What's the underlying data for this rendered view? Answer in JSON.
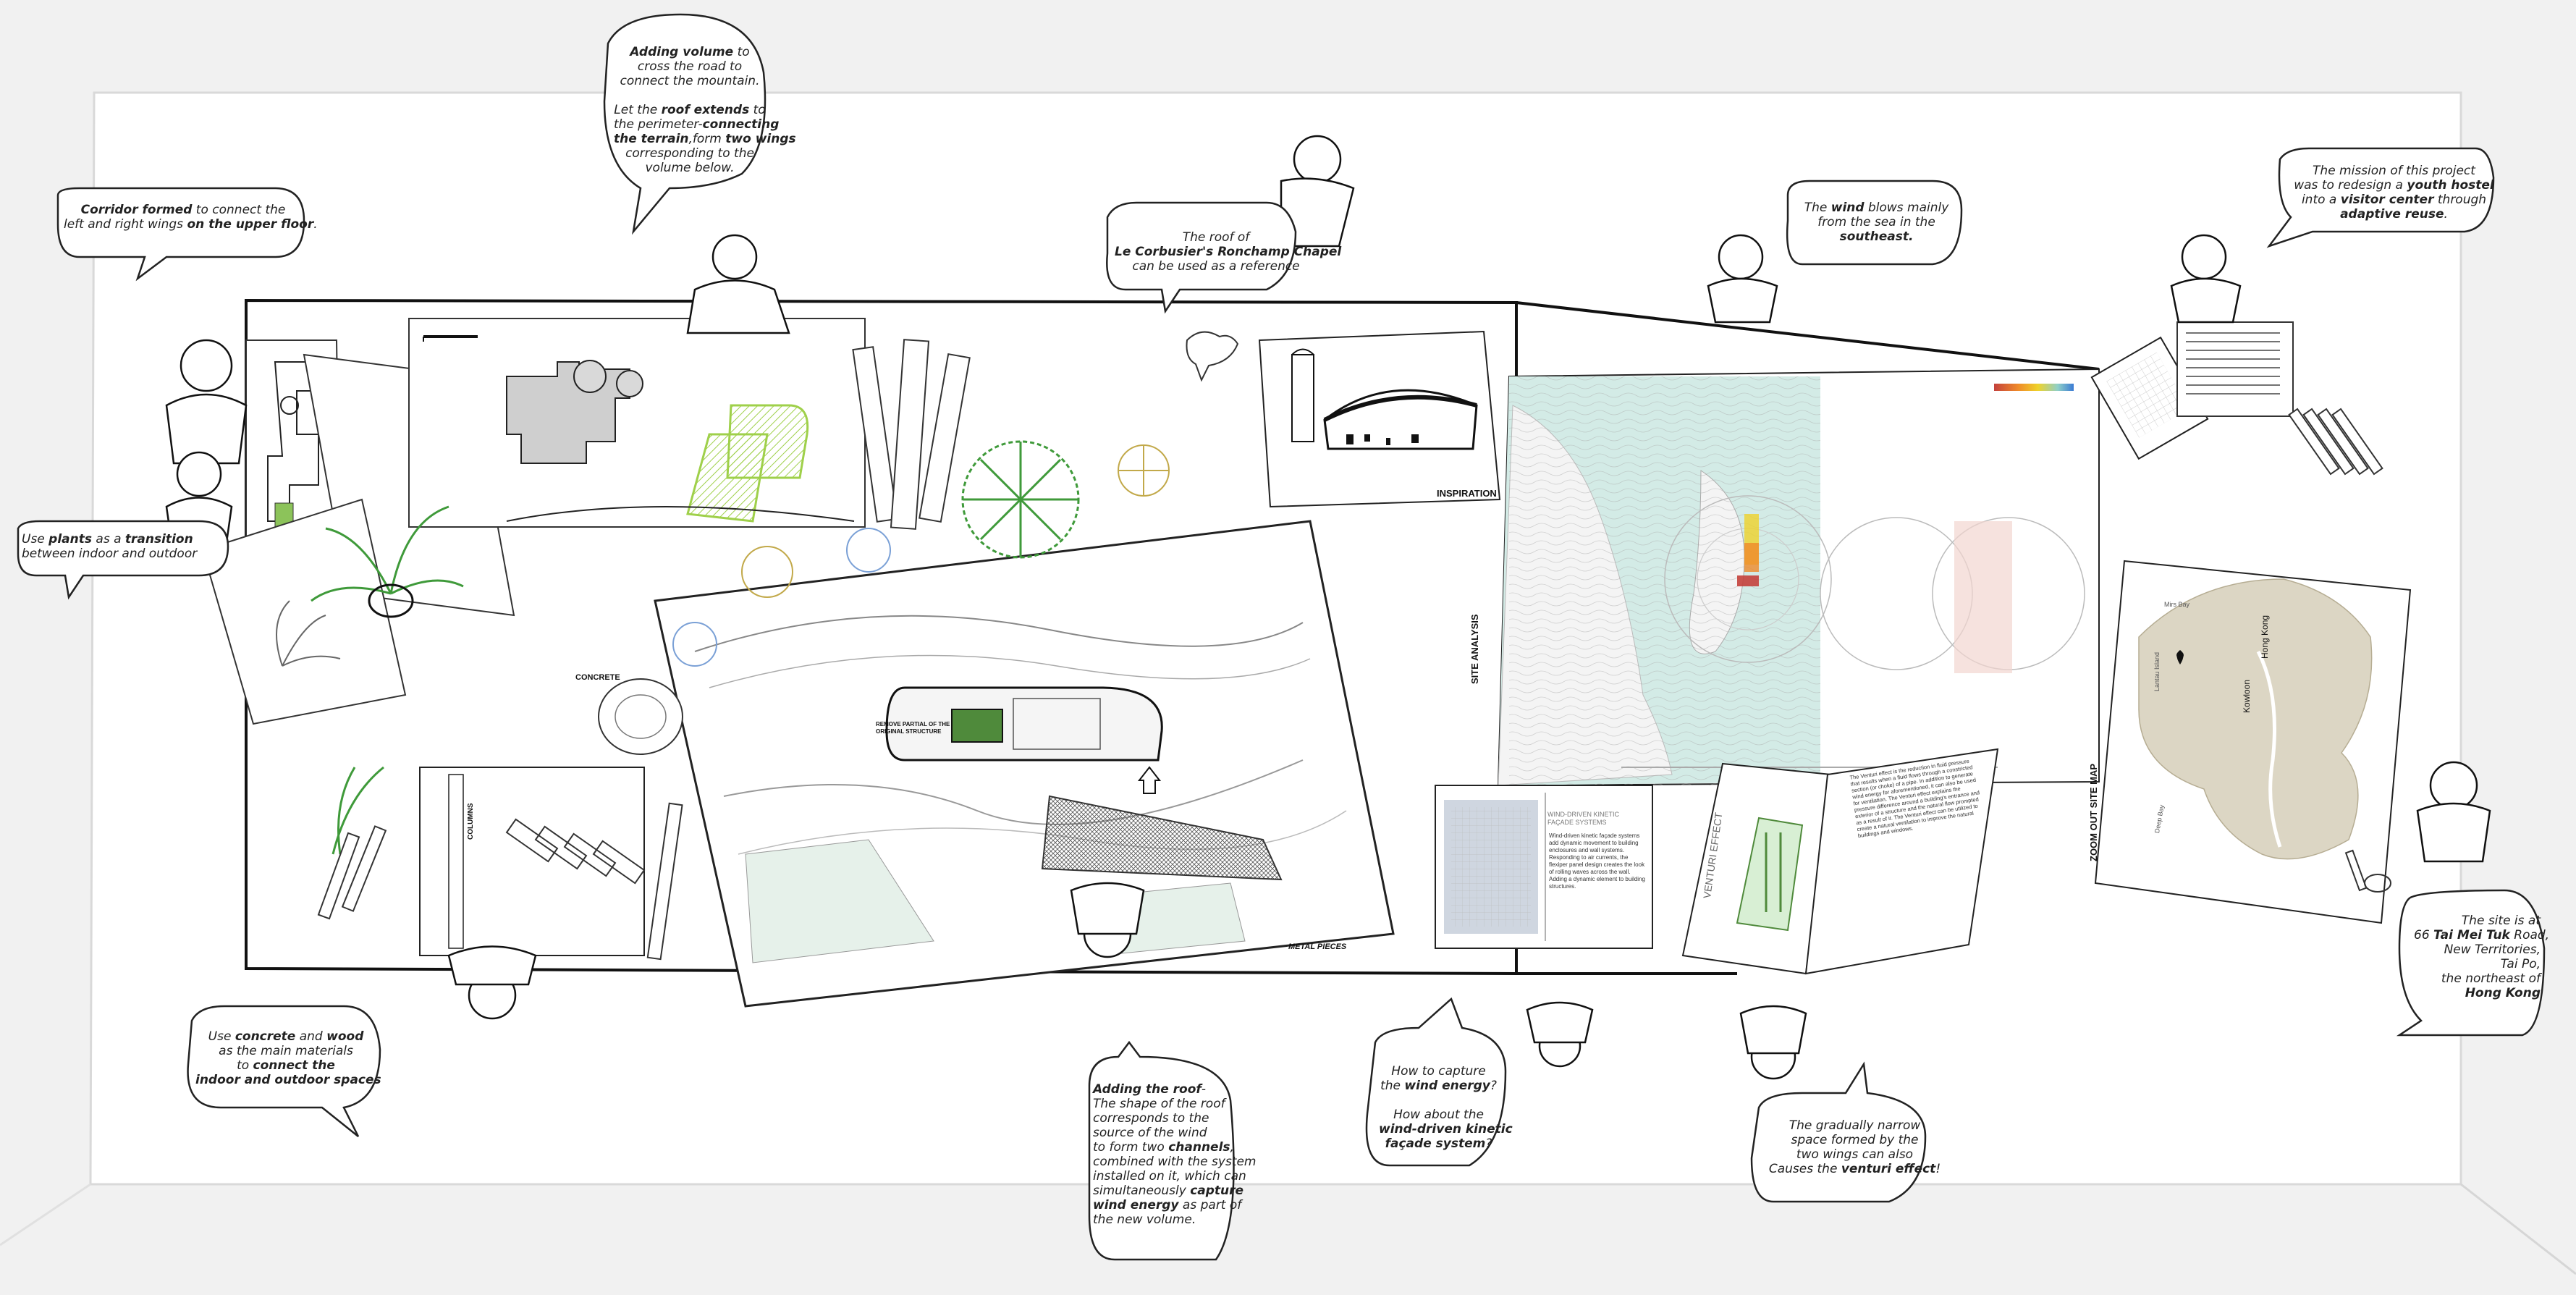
{
  "labels": {
    "inspiration": "INSPIRATION",
    "site_analysis": "SITE ANALYSIS",
    "zoom_out_site_map": "ZOOM OUT SITE MAP",
    "concrete": "CONCRETE",
    "columns": "COLUMNS",
    "metal_pieces": "METAL PIECES",
    "remove_partial": "REMOVE PARTIAL OF THE",
    "original_structure": "ORIGINAL STRUCTURE",
    "venturi_effect": "VENTURI EFFECT",
    "wind_driven_title_1": "WIND-DRIVEN KINETIC",
    "wind_driven_title_2": "FAÇADE SYSTEMS",
    "map_places": [
      "Hong Kong",
      "Kowloon",
      "Lantau Island",
      "Mirs Bay",
      "Deep Bay"
    ]
  },
  "bubbles": {
    "corridor": [
      {
        "t": "Corridor formed",
        "b": true
      },
      {
        "t": " to connect the"
      },
      {
        "br": true
      },
      {
        "t": "left and right wings "
      },
      {
        "t": "on the upper floor",
        "b": true
      },
      {
        "t": "."
      }
    ],
    "plants": [
      {
        "t": "Use "
      },
      {
        "t": "plants",
        "b": true
      },
      {
        "t": " as a "
      },
      {
        "t": "transition",
        "b": true
      },
      {
        "br": true
      },
      {
        "t": "between indoor and outdoor"
      }
    ],
    "volume": [
      {
        "t": "Adding volume",
        "b": true
      },
      {
        "t": " to"
      },
      {
        "br": true
      },
      {
        "t": "cross the road to"
      },
      {
        "br": true
      },
      {
        "t": "connect the mountain."
      },
      {
        "br": true
      },
      {
        "br": true
      },
      {
        "t": "Let the "
      },
      {
        "t": "roof extends",
        "b": true
      },
      {
        "t": " to"
      },
      {
        "br": true
      },
      {
        "t": "the perimeter-"
      },
      {
        "t": "connecting",
        "b": true
      },
      {
        "br": true
      },
      {
        "t": "the terrain",
        "b": true
      },
      {
        "t": ",form "
      },
      {
        "t": "two wings",
        "b": true
      },
      {
        "br": true
      },
      {
        "t": "corresponding to the"
      },
      {
        "br": true
      },
      {
        "t": "volume below."
      }
    ],
    "ronchamp": [
      {
        "t": "The roof of"
      },
      {
        "br": true
      },
      {
        "t": "Le Corbusier's Ronchamp Chapel",
        "b": true
      },
      {
        "br": true
      },
      {
        "t": "can be used as a reference"
      }
    ],
    "wind_blows": [
      {
        "t": "The "
      },
      {
        "t": "wind",
        "b": true
      },
      {
        "t": " blows mainly"
      },
      {
        "br": true
      },
      {
        "t": "from the sea in the"
      },
      {
        "br": true
      },
      {
        "t": "southeast.",
        "b": true
      }
    ],
    "mission": [
      {
        "t": "The mission of this project"
      },
      {
        "br": true
      },
      {
        "t": "was to redesign a "
      },
      {
        "t": "youth hostel",
        "b": true
      },
      {
        "br": true
      },
      {
        "t": "into a "
      },
      {
        "t": "visitor center",
        "b": true
      },
      {
        "t": " through"
      },
      {
        "br": true
      },
      {
        "t": "adaptive reuse",
        "b": true
      },
      {
        "t": "."
      }
    ],
    "materials": [
      {
        "t": "Use "
      },
      {
        "t": "concrete",
        "b": true
      },
      {
        "t": " and "
      },
      {
        "t": "wood",
        "b": true
      },
      {
        "br": true
      },
      {
        "t": "as the main materials"
      },
      {
        "br": true
      },
      {
        "t": "to "
      },
      {
        "t": "connect the",
        "b": true
      },
      {
        "br": true
      },
      {
        "t": "indoor and outdoor spaces",
        "b": true
      }
    ],
    "roof": [
      {
        "t": "Adding the roof",
        "b": true
      },
      {
        "t": "-"
      },
      {
        "br": true
      },
      {
        "t": "The shape of the roof"
      },
      {
        "br": true
      },
      {
        "t": "corresponds to the"
      },
      {
        "br": true
      },
      {
        "t": "source of the wind"
      },
      {
        "br": true
      },
      {
        "t": "to form two "
      },
      {
        "t": "channels",
        "b": true
      },
      {
        "t": ","
      },
      {
        "br": true
      },
      {
        "t": "combined with the system"
      },
      {
        "br": true
      },
      {
        "t": "installed on it, which can"
      },
      {
        "br": true
      },
      {
        "t": "simultaneously "
      },
      {
        "t": "capture",
        "b": true
      },
      {
        "br": true
      },
      {
        "t": "wind energy",
        "b": true
      },
      {
        "t": " as part of"
      },
      {
        "br": true
      },
      {
        "t": "the new volume."
      }
    ],
    "capture": [
      {
        "t": "How to capture"
      },
      {
        "br": true
      },
      {
        "t": "the "
      },
      {
        "t": "wind energy",
        "b": true
      },
      {
        "t": "?"
      },
      {
        "br": true
      },
      {
        "br": true
      },
      {
        "t": "How about the"
      },
      {
        "br": true
      },
      {
        "t": "wind-driven kinetic",
        "b": true
      },
      {
        "br": true
      },
      {
        "t": "façade system",
        "b": true
      },
      {
        "t": "?"
      }
    ],
    "narrow": [
      {
        "t": "The gradually narrow"
      },
      {
        "br": true
      },
      {
        "t": "space formed by the"
      },
      {
        "br": true
      },
      {
        "t": "two wings can also"
      },
      {
        "br": true
      },
      {
        "t": "Causes the "
      },
      {
        "t": "venturi effect",
        "b": true
      },
      {
        "t": "!"
      }
    ],
    "site": [
      {
        "t": "The site is at"
      },
      {
        "br": true
      },
      {
        "t": "66 "
      },
      {
        "t": "Tai Mei Tuk",
        "b": true
      },
      {
        "t": " Road,"
      },
      {
        "br": true
      },
      {
        "t": "New Territories,"
      },
      {
        "br": true
      },
      {
        "t": "Tai Po,"
      },
      {
        "br": true
      },
      {
        "t": "the northeast of"
      },
      {
        "br": true
      },
      {
        "t": "Hong Kong",
        "b": true
      }
    ]
  },
  "panels": {
    "wind_driven_text": "Wind-driven kinetic façade systems add dynamic movement to building enclosures and wall systems. Responding to air currents, the flexiper panel design creates the look of rolling waves across the wall. Adding a dynamic element to building structures.",
    "venturi_text": "The Venturi effect is the reduction in fluid pressure that results when a fluid flows through a constricted section (or choke) of a pipe. In addition to generate wind energy for aforementioned, it can also be used for ventilation. The Venturi effect explains the pressure difference around a building's entrance and exterior of a structure and the natural flow prompted as a result of it. The Venturi effect can be utilized to create a natural ventilation to improve the natural buildings and windows."
  },
  "colors": {
    "sheet": "#ffffff",
    "border": "#dcdcdc",
    "ink": "#111111",
    "water": "#d3ebe6",
    "plant_green": "#3f9a3a",
    "lime": "#a8cf3b",
    "wind_red": "#c4413c",
    "wind_yellow": "#efb82a",
    "map_land": "#dcd6c4"
  },
  "icons": [
    "people-figure-icon",
    "tree-icon",
    "plant-icon",
    "bird-icon",
    "laptop-icon",
    "pen-icon",
    "map-pin-icon",
    "arrow-up-icon"
  ]
}
